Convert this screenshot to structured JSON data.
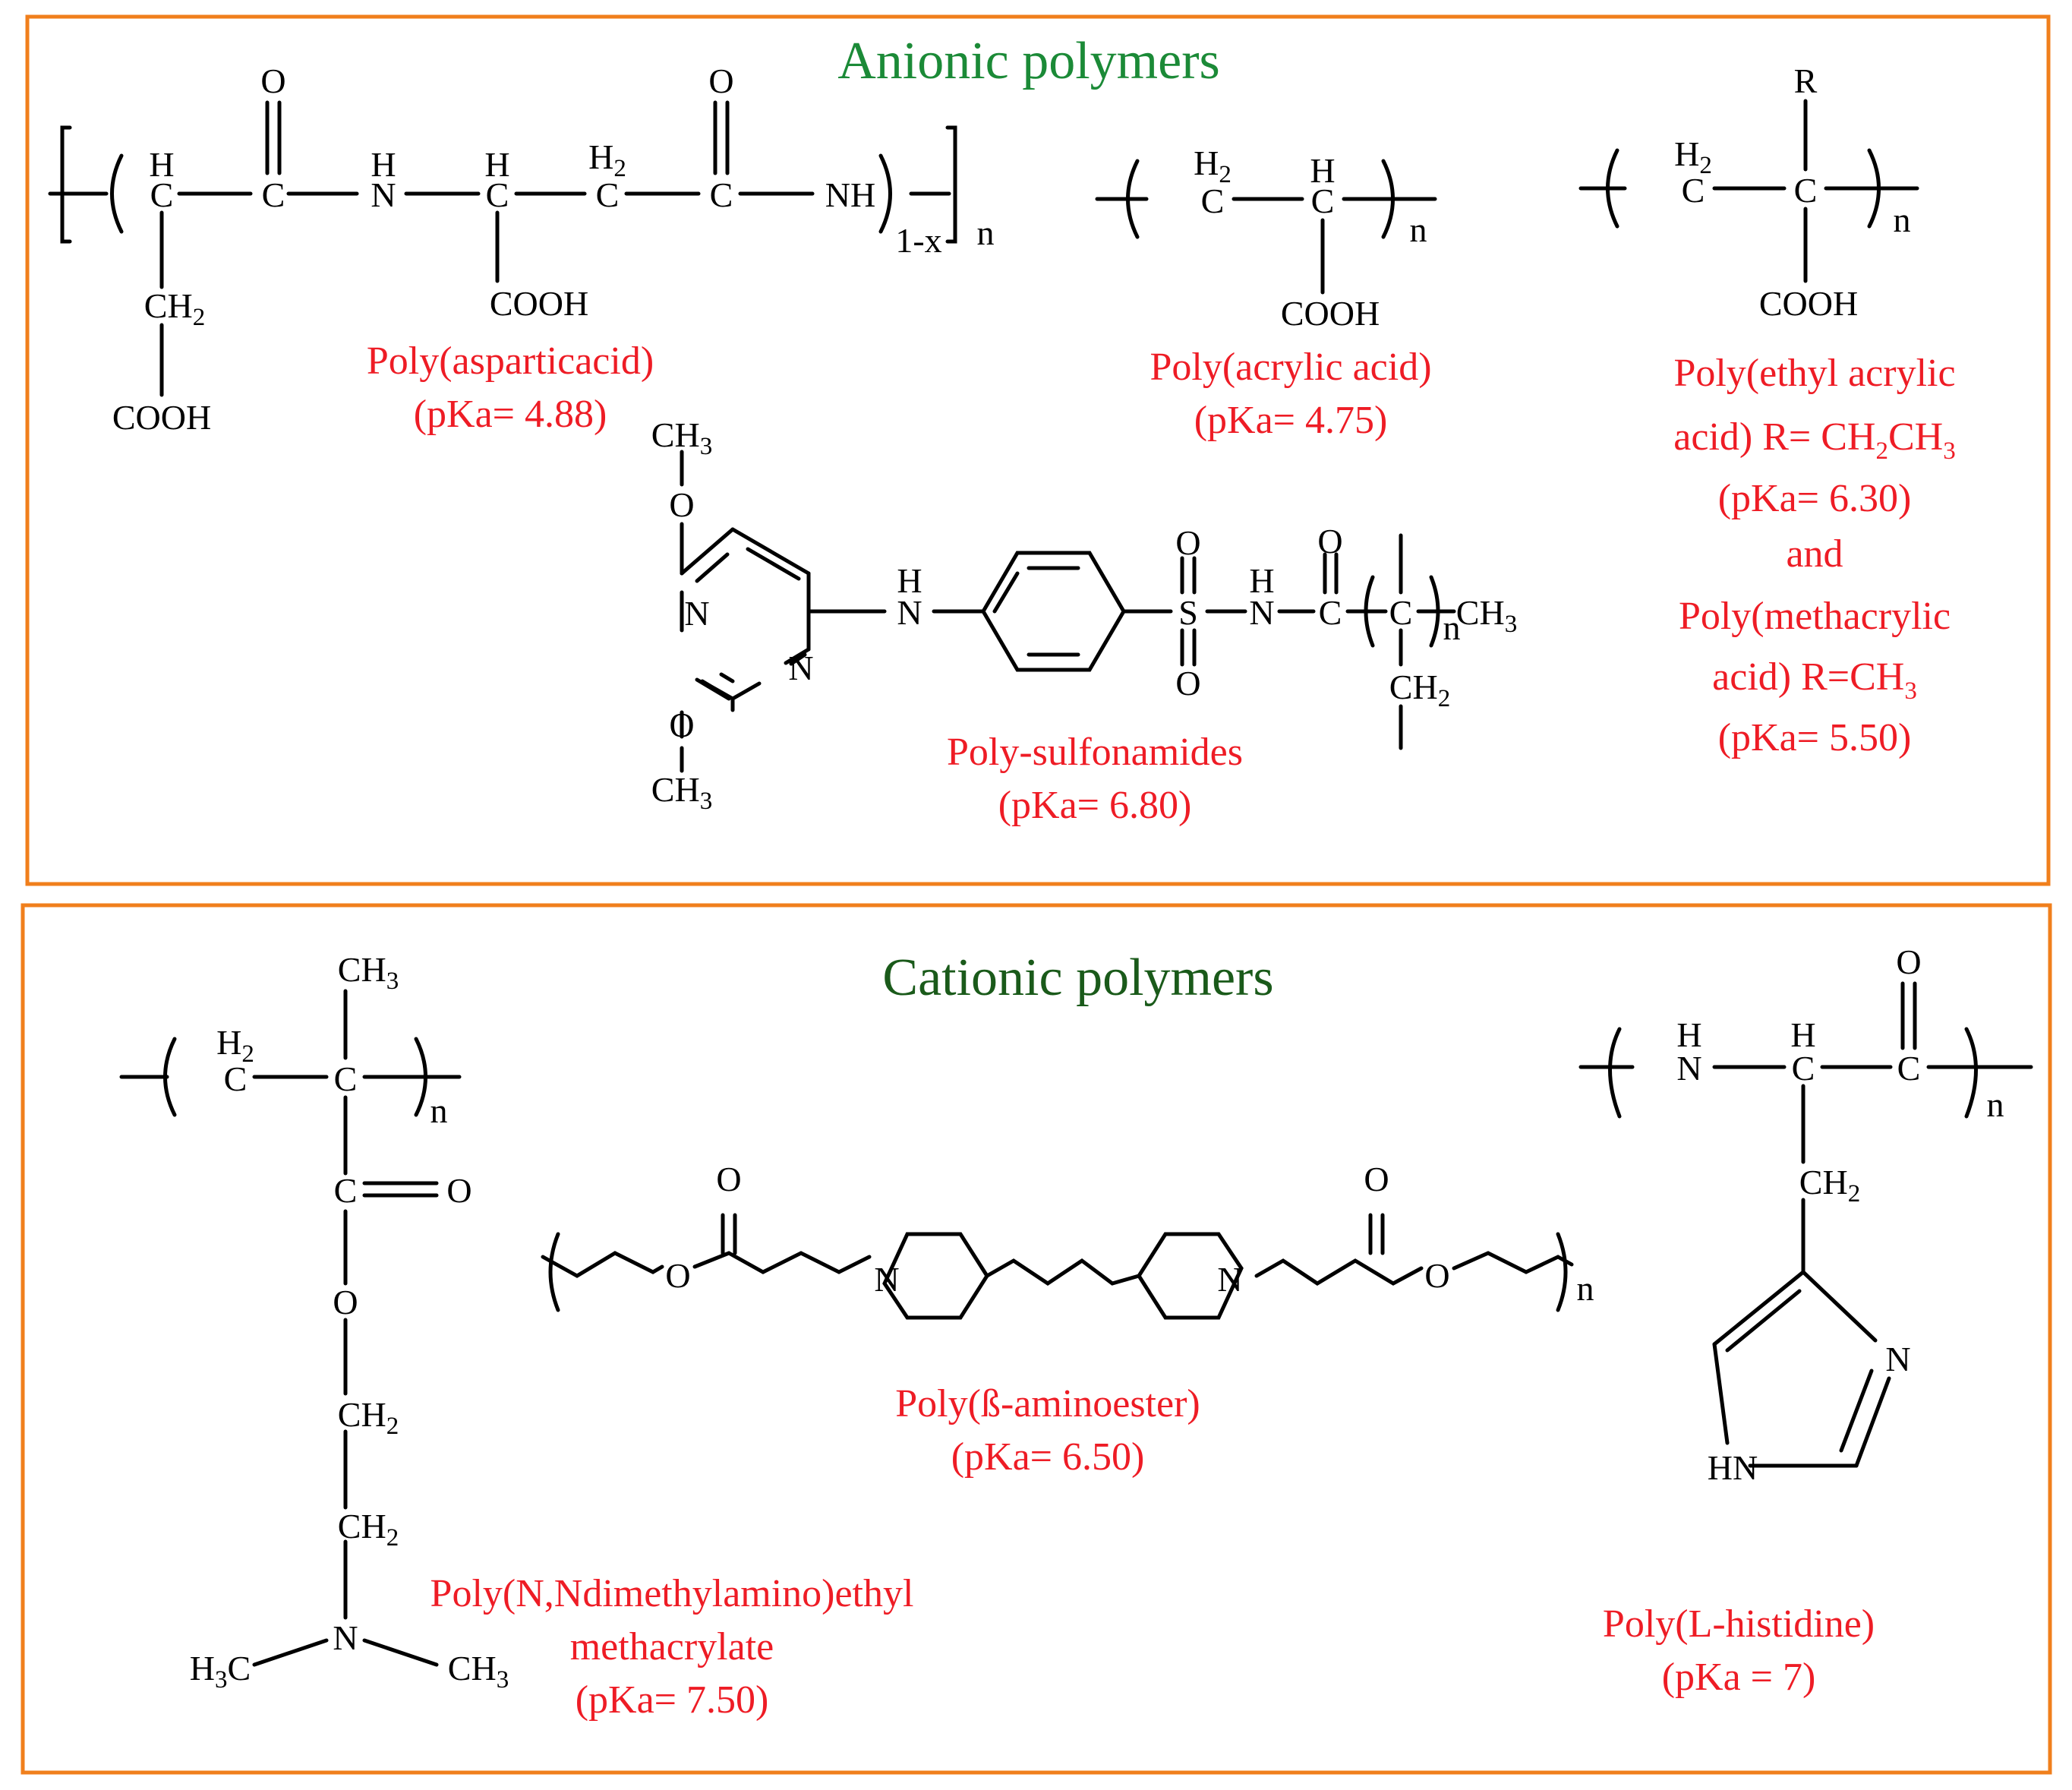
{
  "colors": {
    "frame": "#f07f1c",
    "label": "#ee1c25",
    "anionic_title": "#1b8a37",
    "cationic_title": "#1a5a1a",
    "bond": "#000000"
  },
  "anionic": {
    "title": "Anionic polymers",
    "aspartic": {
      "name": "Poly(asparticacid)",
      "pka": "(pKa= 4.88)",
      "sub": "1-x",
      "n": "n"
    },
    "acrylic": {
      "name": "Poly(acrylic acid)",
      "pka": "(pKa= 4.75)",
      "n": "n"
    },
    "ethyl": {
      "line1": "Poly(ethyl acrylic",
      "line2a": "acid) R= CH",
      "line2b": "CH",
      "pka1": "(pKa= 6.30)",
      "and": "and",
      "line3": "Poly(methacrylic",
      "line4a": "acid) R=CH",
      "pka2": "(pKa= 5.50)",
      "R": "R",
      "n": "n"
    },
    "sulfonamide": {
      "name": "Poly-sulfonamides",
      "pka": "(pKa= 6.80)",
      "n": "n"
    }
  },
  "cationic": {
    "title": "Cationic polymers",
    "dmaema": {
      "line1": "Poly(N,Ndimethylamino)ethyl",
      "line2": "methacrylate",
      "pka": "(pKa= 7.50)",
      "n": "n"
    },
    "bae": {
      "name": "Poly(ß-aminoester)",
      "pka": "(pKa= 6.50)",
      "n": "n"
    },
    "histidine": {
      "name": "Poly(L-histidine)",
      "pka": "(pKa = 7)",
      "n": "n"
    }
  },
  "atoms": {
    "H": "H",
    "C": "C",
    "N": "N",
    "O": "O",
    "S": "S",
    "NH": "NH",
    "HN": "HN",
    "CH": "CH",
    "COOH": "COOH",
    "two": "2",
    "three": "3",
    "H3C_H": "H",
    "H3C_C": "C"
  }
}
